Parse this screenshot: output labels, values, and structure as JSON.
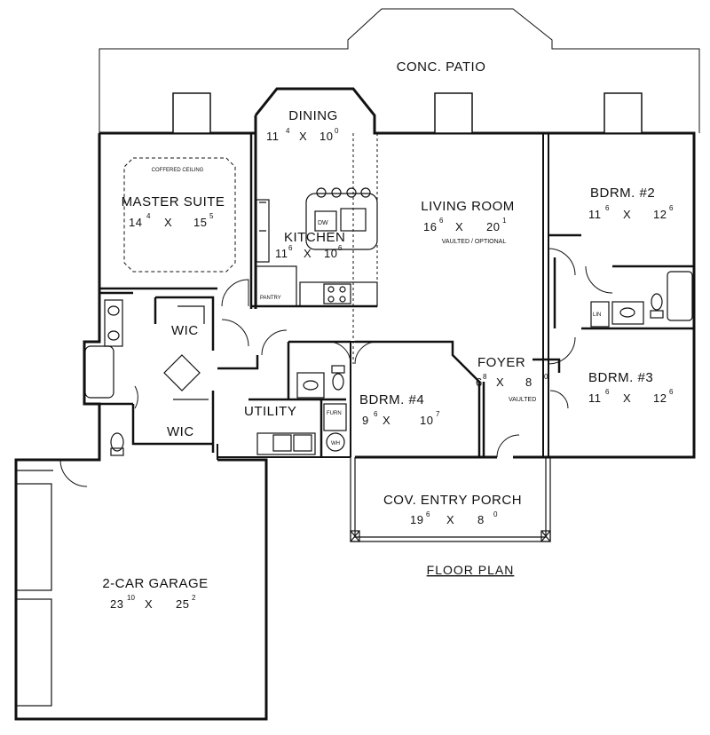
{
  "labels": {
    "patio": "CONC. PATIO",
    "dining": "DINING",
    "dining_w": "11",
    "dining_w_sup": "4",
    "dining_l": "10",
    "dining_l_sup": "0",
    "master": "MASTER SUITE",
    "master_w": "14",
    "master_w_sup": "4",
    "master_l": "15",
    "master_l_sup": "5",
    "coffered": "COFFERED CEILING",
    "kitchen": "KITCHEN",
    "kitchen_w": "11",
    "kitchen_w_sup": "6",
    "kitchen_l": "10",
    "kitchen_l_sup": "6",
    "pantry": "PANTRY",
    "dw": "DW",
    "living": "LIVING ROOM",
    "living_w": "16",
    "living_w_sup": "6",
    "living_l": "20",
    "living_l_sup": "1",
    "vaulted_optional": "VAULTED / OPTIONAL",
    "bdrm2": "BDRM. #2",
    "bdrm2_w": "11",
    "bdrm2_w_sup": "6",
    "bdrm2_l": "12",
    "bdrm2_l_sup": "6",
    "lin": "LIN",
    "bdrm3": "BDRM. #3",
    "bdrm3_w": "11",
    "bdrm3_w_sup": "6",
    "bdrm3_l": "12",
    "bdrm3_l_sup": "6",
    "foyer": "FOYER",
    "foyer_w": "6",
    "foyer_w_sup": "8",
    "foyer_l": "8",
    "foyer_l_sup": "0",
    "vaulted": "VAULTED",
    "bdrm4": "BDRM. #4",
    "bdrm4_w": "9",
    "bdrm4_w_sup": "6",
    "bdrm4_l": "10",
    "bdrm4_l_sup": "7",
    "wic1": "WIC",
    "wic2": "WIC",
    "utility": "UTILITY",
    "furn": "FURN",
    "wh": "WH",
    "porch": "COV. ENTRY PORCH",
    "porch_w": "19",
    "porch_w_sup": "6",
    "porch_l": "8",
    "porch_l_sup": "0",
    "garage": "2-CAR GARAGE",
    "garage_w": "23",
    "garage_w_sup": "10",
    "garage_l": "25",
    "garage_l_sup": "2",
    "x": "X",
    "floor_plan": "FLOOR PLAN"
  }
}
